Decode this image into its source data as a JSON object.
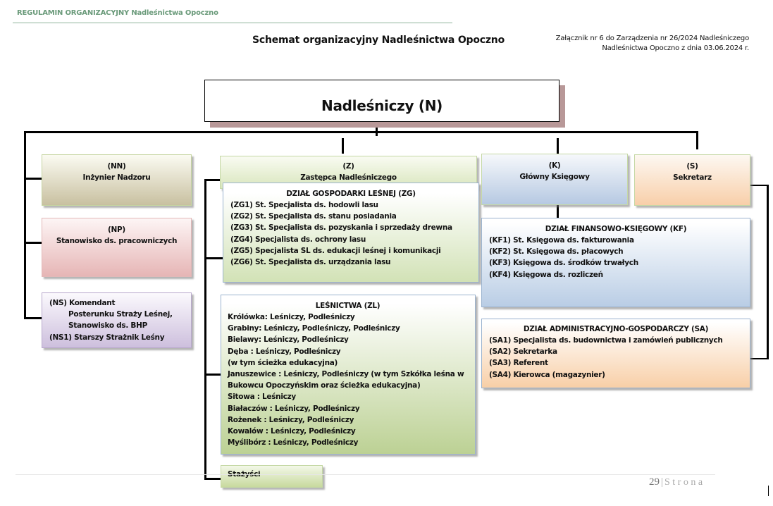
{
  "header": {
    "running_title": "REGULAMIN ORGANIZACYJNY Nadleśnictwa Opoczno",
    "document_title": "Schemat organizacyjny Nadleśnictwa Opoczno",
    "attachment_line1": "Załącznik nr 6 do Zarządzenia nr  26/2024  Nadleśniczego",
    "attachment_line2": "Nadleśnictwa Opoczno z dnia 03.06.2024 r."
  },
  "colors": {
    "running_title": "#6a9a7a",
    "connector": "#000000",
    "n_shadow": "#b89898"
  },
  "chart": {
    "top": {
      "label": "Nadleśniczy (N)"
    },
    "nn": {
      "code": "(NN)",
      "title": "Inżynier Nadzoru"
    },
    "np": {
      "code": "(NP)",
      "title": "Stanowisko ds. pracowniczych"
    },
    "ns": {
      "lines": [
        "(NS) Komendant",
        "Posterunku Straży Leśnej,",
        "Stanowisko ds. BHP",
        "(NS1) Starszy Strażnik Leśny"
      ]
    },
    "z": {
      "code": "(Z)",
      "title": "Zastępca Nadleśniczego"
    },
    "zg": {
      "title": "DZIAŁ GOSPODARKI LEŚNEJ (ZG)",
      "items": [
        "(ZG1) St. Specjalista ds. hodowli lasu",
        "(ZG2) St. Specjalista ds. stanu posiadania",
        "(ZG3) St. Specjalista ds. pozyskania i sprzedaży drewna",
        "(ZG4) Specjalista ds. ochrony lasu",
        "(ZG5) Specjalista SL ds. edukacji leśnej i komunikacji",
        "(ZG6) St. Specjalista ds. urządzania lasu"
      ]
    },
    "zl": {
      "title": "LEŚNICTWA (ZL)",
      "items": [
        "Królówka: Leśniczy,  Podleśniczy",
        "Grabiny: Leśniczy, Podleśniczy, Podleśniczy",
        "Bielawy: Leśniczy, Podleśniczy",
        "Dęba : Leśniczy, Podleśniczy",
        "(w tym ścieżka edukacyjna)",
        "Januszewice : Leśniczy, Podleśniczy (w tym Szkółka leśna w",
        "Bukowcu Opoczyńskim  oraz ścieżka edukacyjna)",
        "Sitowa : Leśniczy",
        "Białaczów : Leśniczy, Podleśniczy",
        "Rożenek : Leśniczy, Podleśniczy",
        "Kowalów : Leśniczy, Podleśniczy",
        "Myślibórz : Leśniczy, Podleśniczy"
      ]
    },
    "stazysci": {
      "label": "Stażyści"
    },
    "k": {
      "code": "(K)",
      "title": "Główny Księgowy"
    },
    "s": {
      "code": "(S)",
      "title": "Sekretarz"
    },
    "kf": {
      "title": "DZIAŁ FINANSOWO-KSIĘGOWY (KF)",
      "items": [
        "(KF1) St. Księgowa ds. fakturowania",
        "(KF2) St. Księgowa ds. płacowych",
        "(KF3) Księgowa ds. środków trwałych",
        "(KF4) Księgowa ds. rozliczeń"
      ]
    },
    "sa": {
      "title": "DZIAŁ ADMINISTRACYJNO-GOSPODARCZY (SA)",
      "items": [
        "(SA1) Specjalista ds. budownictwa i zamówień publicznych",
        "(SA2) Sekretarka",
        "(SA3) Referent",
        "(SA4) Kierowca (magazynier)"
      ]
    }
  },
  "footer": {
    "page_number": "29",
    "separator": "|",
    "page_word": "Strona"
  }
}
